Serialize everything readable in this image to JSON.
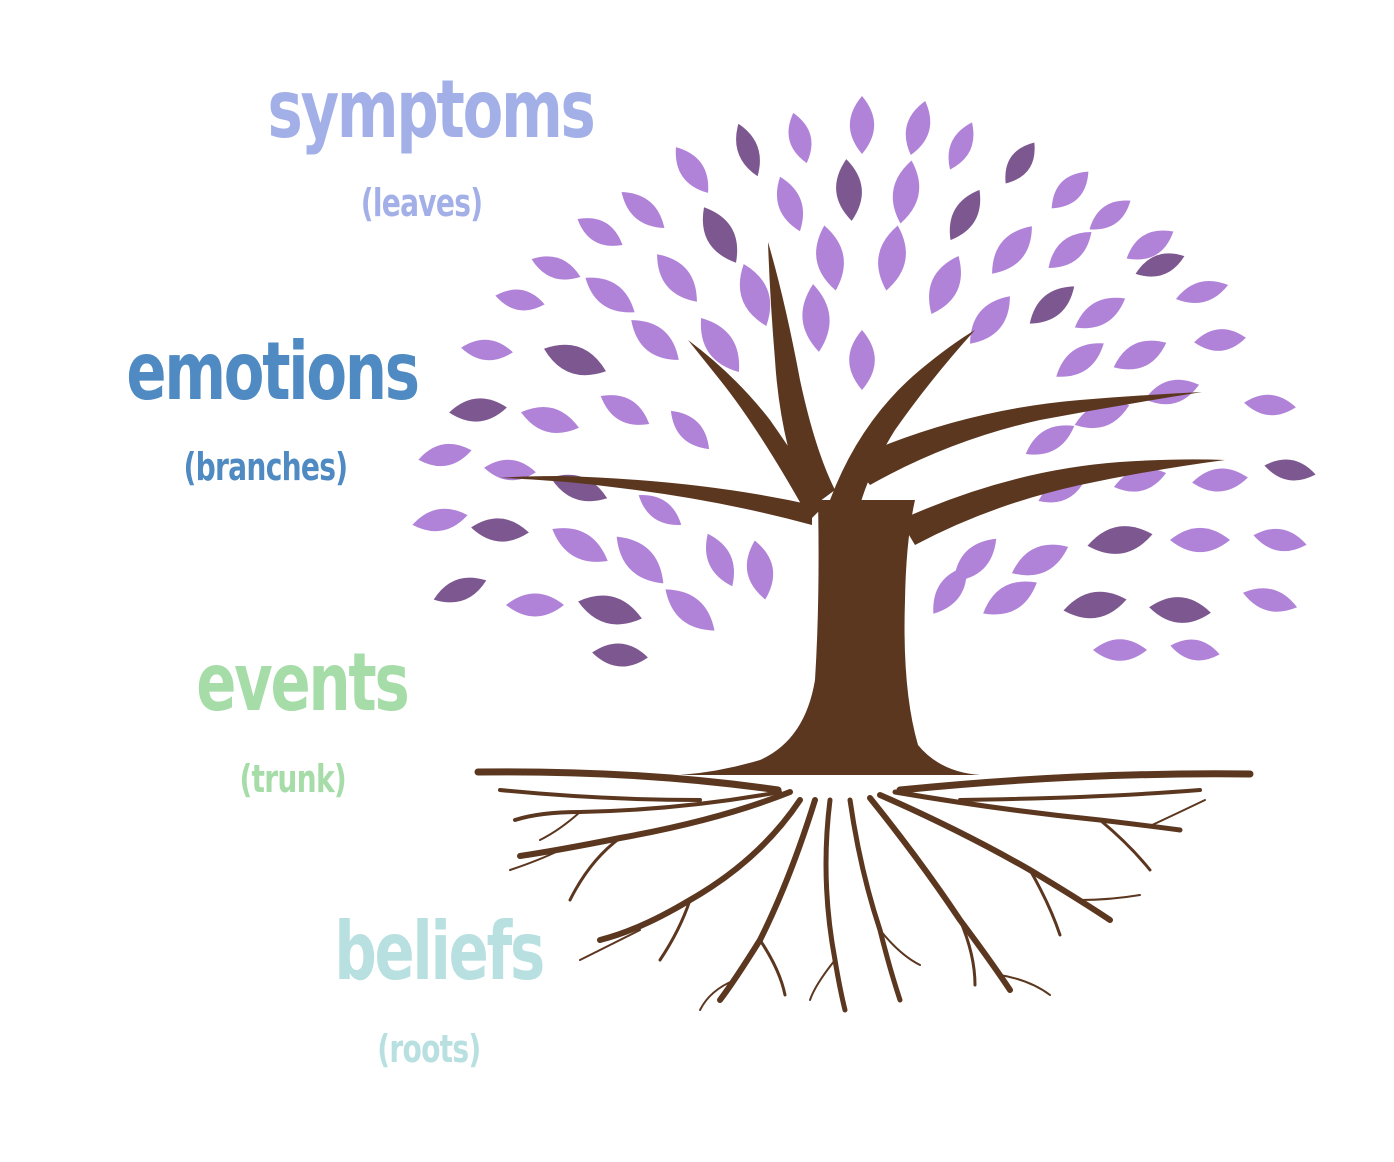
{
  "colors": {
    "symptoms": "#a3b0e8",
    "emotions": "#4f8ac2",
    "events": "#a6dca8",
    "beliefs": "#b8e0e0",
    "leaf_light": "#b083d9",
    "leaf_dark": "#7d5890",
    "trunk": "#5c3720"
  },
  "labels": [
    {
      "key": "symptoms",
      "title": "symptoms",
      "subtitle": "(leaves)"
    },
    {
      "key": "emotions",
      "title": "emotions",
      "subtitle": "(branches)"
    },
    {
      "key": "events",
      "title": "events",
      "subtitle": "(trunk)"
    },
    {
      "key": "beliefs",
      "title": "beliefs",
      "subtitle": "(roots)"
    }
  ],
  "tree": {
    "icon": "tree-of-life-icon",
    "parts": [
      "leaves",
      "branches",
      "trunk",
      "roots"
    ]
  }
}
